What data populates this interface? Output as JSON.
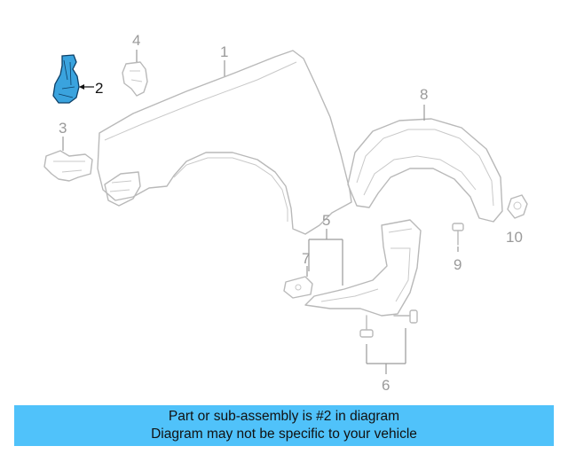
{
  "diagram": {
    "callouts": {
      "p1": "1",
      "p2": "2",
      "p3": "3",
      "p4": "4",
      "p5": "5",
      "p6": "6",
      "p7": "7",
      "p8": "8",
      "p9": "9",
      "p10": "10"
    },
    "highlighted_part": "2",
    "colors": {
      "highlight_fill": "#3aa3de",
      "highlight_stroke": "#0d3f66",
      "part_stroke": "#b9b9b9",
      "banner_background": "#50c2fa"
    }
  },
  "banner": {
    "line1": "Part or sub-assembly is #2 in diagram",
    "line2": "Diagram may not be specific to your vehicle"
  }
}
